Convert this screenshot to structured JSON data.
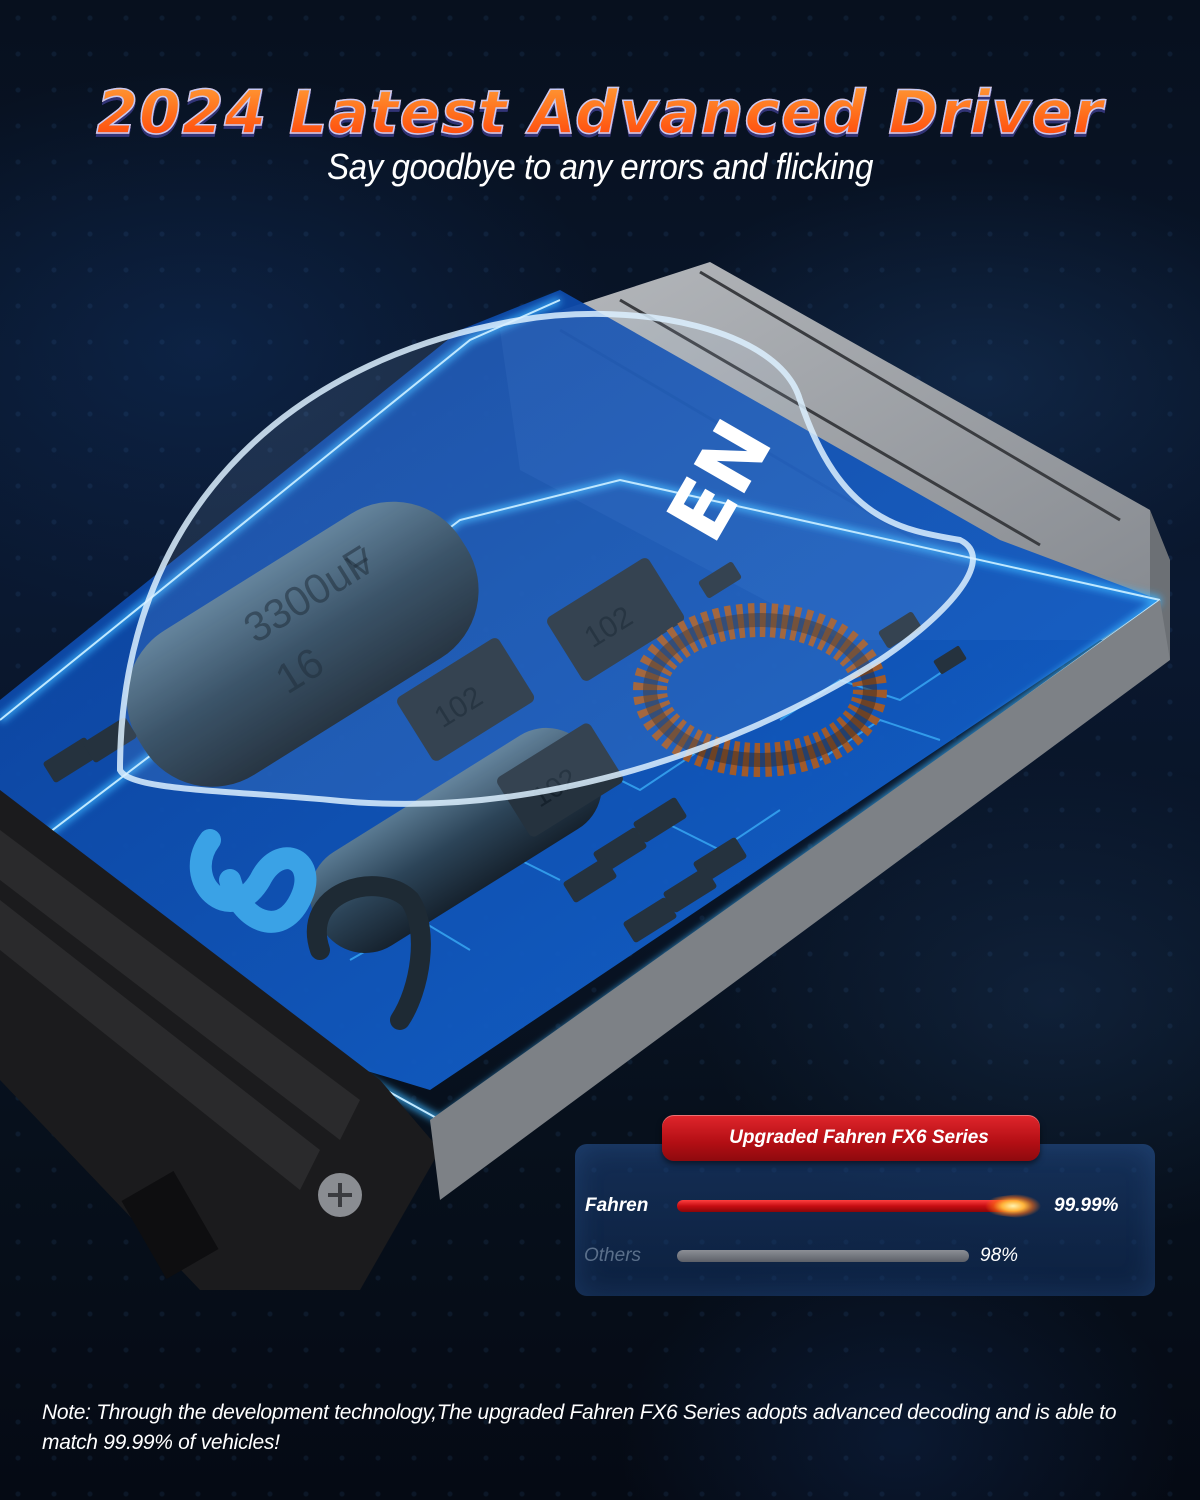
{
  "header": {
    "title": "2024 Latest Advanced Driver",
    "subtitle": "Say goodbye to any errors and flicking"
  },
  "product": {
    "logo_text": "EN",
    "capacitor_label_1": "3300uF",
    "capacitor_label_2": "16",
    "capacitor_label_3": "V",
    "component_code": "102",
    "colors": {
      "pcb": "#0d4fb8",
      "glow": "#2aa8ff",
      "housing": "#9a9ea4",
      "heatsink": "#1a1a1c",
      "wire_blue": "#3aa2e6"
    }
  },
  "comparison": {
    "badge": "Upgraded Fahren FX6 Series",
    "rows": [
      {
        "label": "Fahren",
        "value": "99.99%",
        "color": "#c70d12"
      },
      {
        "label": "Others",
        "value": "98%",
        "color": "#6e7179"
      }
    ]
  },
  "chart_data": {
    "type": "bar",
    "orientation": "horizontal",
    "title": "Upgraded Fahren FX6 Series",
    "categories": [
      "Fahren",
      "Others"
    ],
    "values": [
      99.99,
      98
    ],
    "unit": "%",
    "xlabel": "",
    "ylabel": "",
    "grid": false
  },
  "note": {
    "text": "Note: Through the development technology,The upgraded Fahren FX6 Series adopts advanced decoding and is able to match 99.99% of vehicles!"
  }
}
